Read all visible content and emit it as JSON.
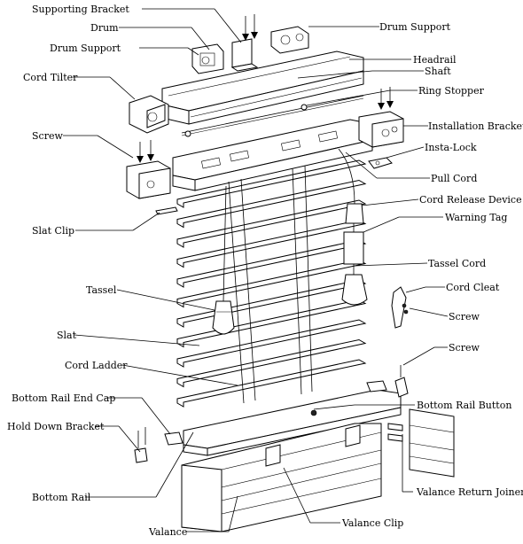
{
  "labels": {
    "supporting_bracket": "Supporting Bracket",
    "drum": "Drum",
    "drum_support_left": "Drum Support",
    "drum_support_right": "Drum Support",
    "cord_tilter": "Cord Tilter",
    "headrail": "Headrail",
    "shaft": "Shaft",
    "ring_stopper": "Ring Stopper",
    "installation_bracket": "Installation Bracket",
    "screw_top": "Screw",
    "insta_lock": "Insta-Lock",
    "pull_cord": "Pull Cord",
    "cord_release_device": "Cord Release Device",
    "warning_tag": "Warning Tag",
    "slat_clip": "Slat Clip",
    "tassel_cord": "Tassel Cord",
    "tassel": "Tassel",
    "cord_cleat": "Cord Cleat",
    "screw_cleat": "Screw",
    "slat": "Slat",
    "screw_right": "Screw",
    "cord_ladder": "Cord Ladder",
    "bottom_rail_end_cap": "Bottom Rail End Cap",
    "bottom_rail_button": "Bottom Rail Button",
    "hold_down_bracket": "Hold Down Bracket",
    "bottom_rail": "Bottom Rail",
    "valance_return_joinery": "Valance Return Joinery",
    "valance_clip": "Valance Clip",
    "valance": "Valance"
  }
}
